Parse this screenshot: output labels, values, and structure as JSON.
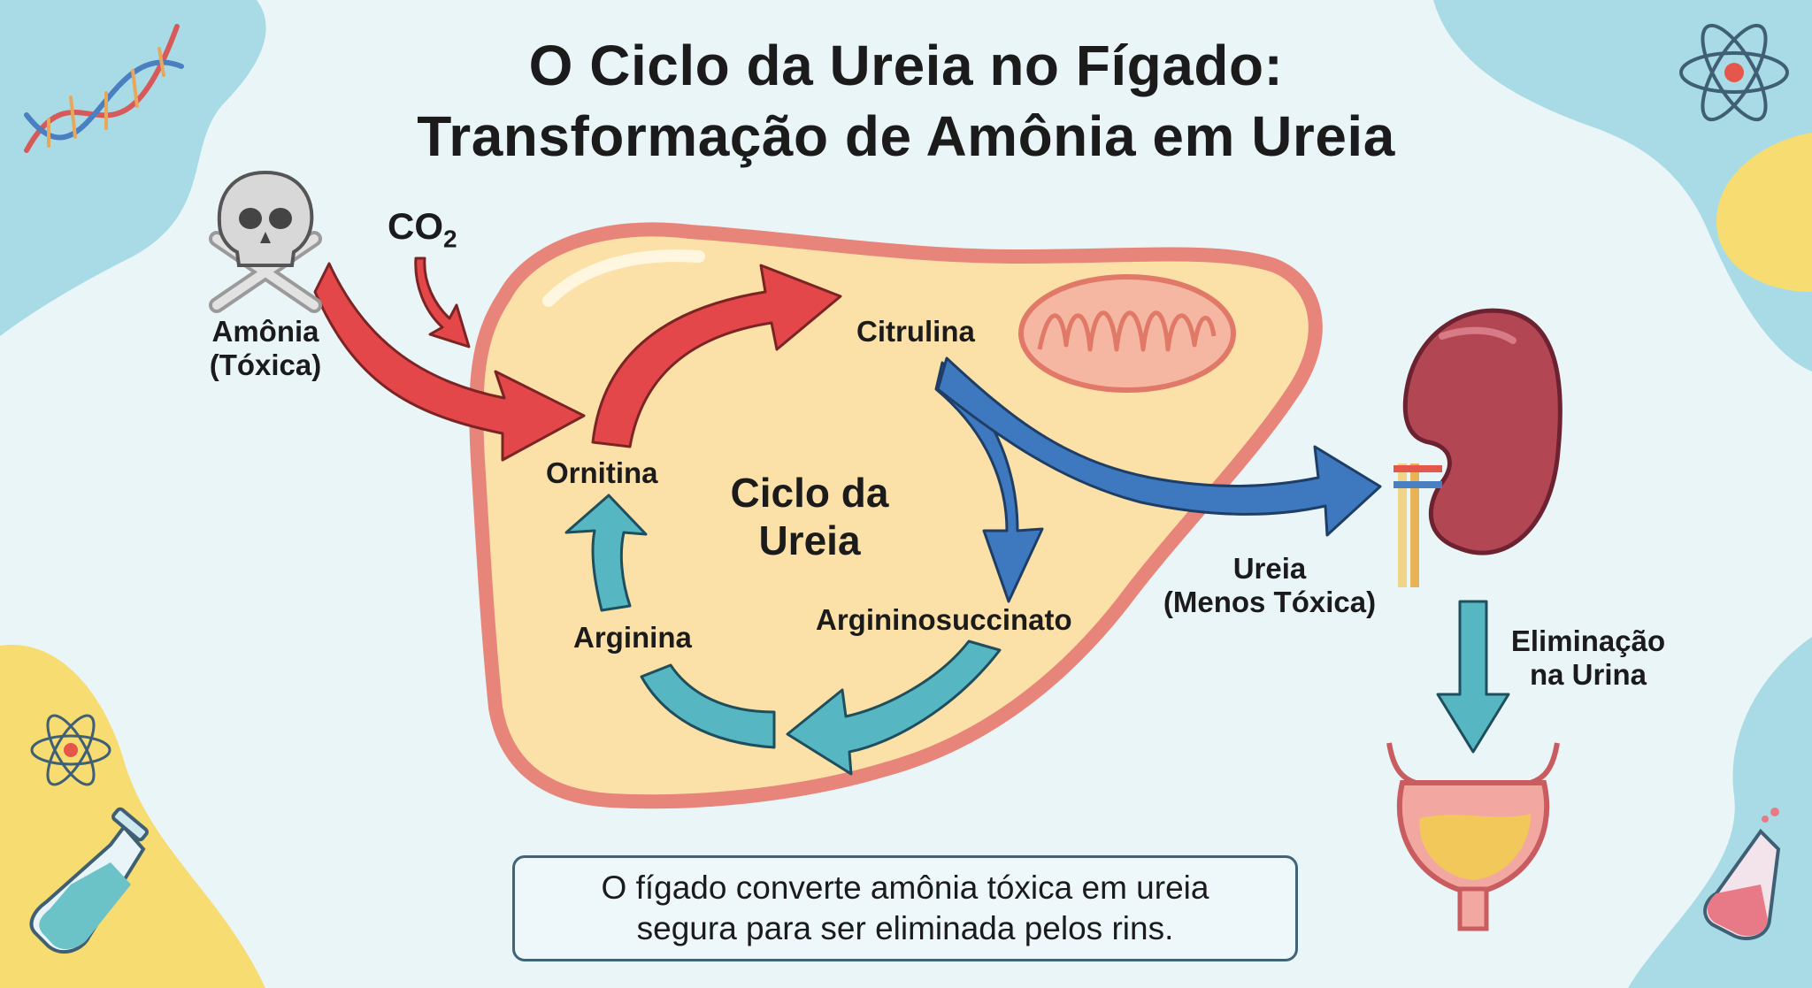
{
  "title": {
    "line1": "O Ciclo da Ureia no Fígado:",
    "line2": "Transformação de Amônia em Ureia"
  },
  "inputs": {
    "ammonia_line1": "Amônia",
    "ammonia_line2": "(Tóxica)",
    "co2_main": "CO",
    "co2_sub": "2"
  },
  "cycle": {
    "center_line1": "Ciclo da",
    "center_line2": "Ureia",
    "ornithine": "Ornitina",
    "citrulline": "Citrulina",
    "argininosuccinate": "Argininosuccinato",
    "arginine": "Arginina"
  },
  "outputs": {
    "urea_line1": "Ureia",
    "urea_line2": "(Menos Tóxica)",
    "elimination_line1": "Eliminação",
    "elimination_line2": "na Urina"
  },
  "note": {
    "line1": "O fígado converte amônia tóxica em ureia",
    "line2": "segura para ser eliminada pelos rins."
  },
  "colors": {
    "background": "#eaf5f8",
    "blob_blue": "#a9dbe6",
    "blob_yellow": "#f7dc72",
    "liver_fill": "#fbe1a8",
    "liver_border": "#e8857a",
    "arrow_red": "#e4474a",
    "arrow_blue": "#3e78bf",
    "arrow_teal": "#56b6c2",
    "kidney": "#b24753"
  },
  "icons": [
    "skull-crossbones-icon",
    "dna-icon",
    "atom-icon",
    "flask-icon",
    "mitochondrion-icon",
    "kidney-icon",
    "bladder-icon"
  ]
}
